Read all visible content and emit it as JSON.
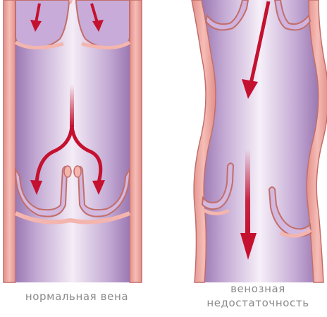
{
  "captions": {
    "normal_vein": "нормальная вена",
    "insufficiency_line1": "венозная",
    "insufficiency_line2": "недостаточность"
  },
  "colors": {
    "vein_wall": "#eea69f",
    "wall_outline": "#c26e6a",
    "vein_lumen": "#b491c6",
    "lumen_highlight": "#f4ecf6",
    "valve_fill": "#bf9fd1",
    "arrow": "#c4112f",
    "caption_text": "#8a8a8a"
  },
  "icons": {
    "flow_arrow": "flow-arrow-icon"
  }
}
